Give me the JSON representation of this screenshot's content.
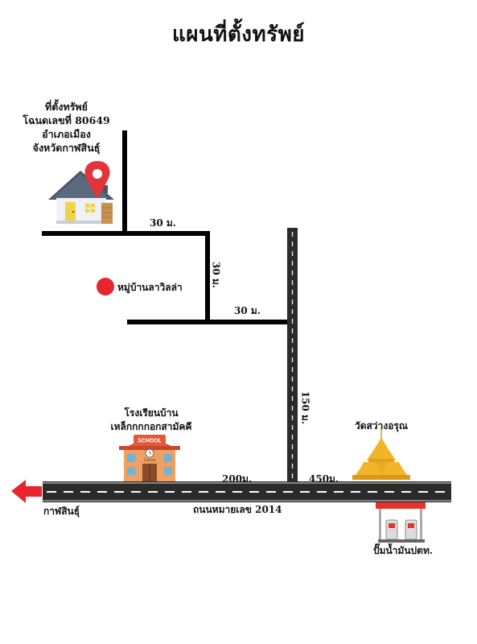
{
  "title": "แผนที่ตั้งทรัพย์",
  "property": {
    "line1": "ที่ตั้งทรัพย์",
    "line2": "โฉนดเลขที่ 80649",
    "line3": "อำเภอเมือง",
    "line4": "จังหวัดกาฬสินธุ์"
  },
  "distances": {
    "d1": "30 ม.",
    "d2": "30 ม.",
    "d3": "30 ม.",
    "d4": "150 ม.",
    "d5": "200ม.",
    "d6": "450ม."
  },
  "landmarks": {
    "village": "หมู่บ้านลาวิลล่า",
    "school_line1": "โรงเรียนบ้าน",
    "school_line2": "เหล็กกกกอกสามัคคี",
    "temple": "วัดสว่างอรุณ",
    "gas_station": "ปั๊มน้ำมันปตท."
  },
  "school_sign": {
    "top": "SCHOOL",
    "bottom": "Canva"
  },
  "road": {
    "name": "ถนนหมายเลข 2014",
    "direction": "กาฬสินธุ์"
  },
  "colors": {
    "road": "#2b2b2b",
    "path": "#000000",
    "arrow": "#e8242c",
    "village_dot": "#e8242c",
    "pin": "#e2353b",
    "pagoda": "#f2b52a"
  }
}
